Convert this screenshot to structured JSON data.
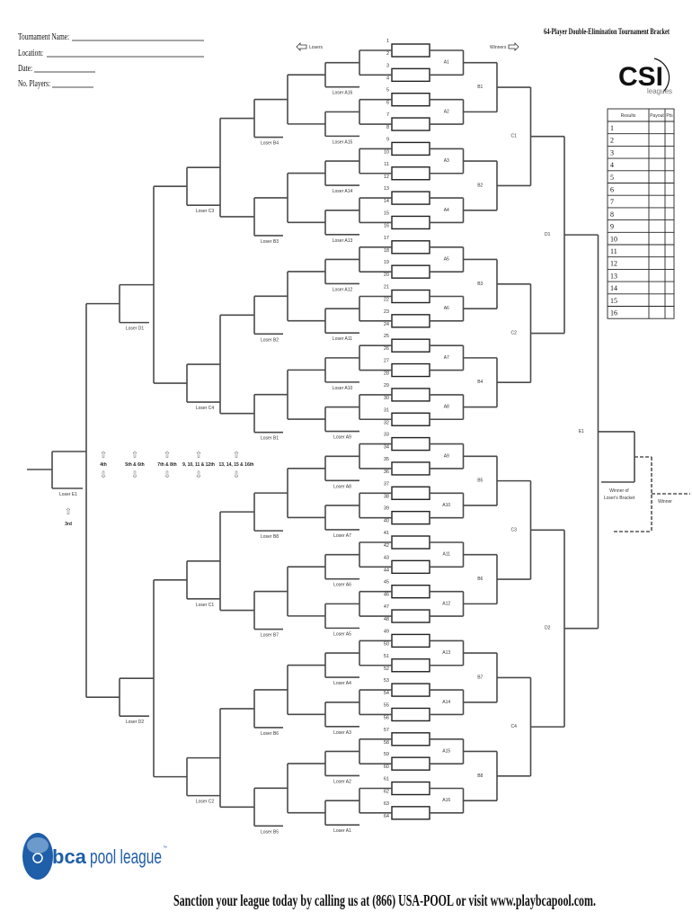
{
  "header": {
    "title": "64-Player Double-Elimination Tournament Bracket",
    "fields": [
      {
        "label": "Tournament Name:",
        "value": ""
      },
      {
        "label": "Location:",
        "value": ""
      },
      {
        "label": "Date:",
        "value": ""
      },
      {
        "label": "No. Players:",
        "value": ""
      }
    ]
  },
  "directions": {
    "losers": "Losers",
    "winners": "Winners"
  },
  "slots": [
    "1",
    "2",
    "3",
    "4",
    "5",
    "6",
    "7",
    "8",
    "9",
    "10",
    "11",
    "12",
    "13",
    "14",
    "15",
    "16",
    "17",
    "18",
    "19",
    "20",
    "21",
    "22",
    "23",
    "24",
    "25",
    "26",
    "27",
    "28",
    "29",
    "30",
    "31",
    "32",
    "33",
    "34",
    "35",
    "36",
    "37",
    "38",
    "39",
    "40",
    "41",
    "42",
    "43",
    "44",
    "45",
    "46",
    "47",
    "48",
    "49",
    "50",
    "51",
    "52",
    "53",
    "54",
    "55",
    "56",
    "57",
    "58",
    "59",
    "60",
    "61",
    "62",
    "63",
    "64"
  ],
  "winners": {
    "A": [
      "A1",
      "A2",
      "A3",
      "A4",
      "A5",
      "A6",
      "A7",
      "A8",
      "A9",
      "A10",
      "A11",
      "A12",
      "A13",
      "A14",
      "A15",
      "A16"
    ],
    "B": [
      "B1",
      "B2",
      "B3",
      "B4",
      "B5",
      "B6",
      "B7",
      "B8"
    ],
    "C": [
      "C1",
      "C2",
      "C3",
      "C4"
    ],
    "D": [
      "D1",
      "D2"
    ],
    "E": [
      "E1"
    ]
  },
  "losers": {
    "A": [
      "Loser A16",
      "Loser A15",
      "Loser A14",
      "Loser A13",
      "Loser A12",
      "Loser A11",
      "Loser A10",
      "Loser A9",
      "Loser A8",
      "Loser A7",
      "Loser A6",
      "Loser A5",
      "Loser A4",
      "Loser A3",
      "Loser A2",
      "Loser A1"
    ],
    "B": [
      "Loser B4",
      "Loser B3",
      "Loser B2",
      "Loser B1",
      "Loser B8",
      "Loser B7",
      "Loser B6",
      "Loser B5"
    ],
    "C": [
      "Loser C3",
      "Loser C4",
      "Loser C1",
      "Loser C2"
    ],
    "D": [
      "Loser D1",
      "Loser D2"
    ],
    "E": [
      "Loser E1"
    ]
  },
  "final": {
    "winner_of_losers_1": "Winner of",
    "winner_of_losers_2": "Loser's Bracket",
    "winner": "Winner"
  },
  "places": [
    "4th",
    "5th & 6th",
    "7th & 8th",
    "9, 10, 11 & 12th",
    "13, 14, 15 & 16th"
  ],
  "third": "3rd",
  "results": {
    "headers": [
      "Results",
      "Payout",
      "Pts"
    ],
    "rows": [
      "1",
      "2",
      "3",
      "4",
      "5",
      "6",
      "7",
      "8",
      "9",
      "10",
      "11",
      "12",
      "13",
      "14",
      "15",
      "16"
    ]
  },
  "logos": {
    "csi": "CSI",
    "csi_sub": "leagues",
    "bca_bold": "bca",
    "bca_light": "pool league",
    "bca_tm": "™"
  },
  "colors": {
    "bca_blue": "#1f5ea8",
    "line": "#4a4a4a"
  },
  "footer": "Sanction your league today by calling us at (866) USA-POOL or visit www.playbcapool.com."
}
